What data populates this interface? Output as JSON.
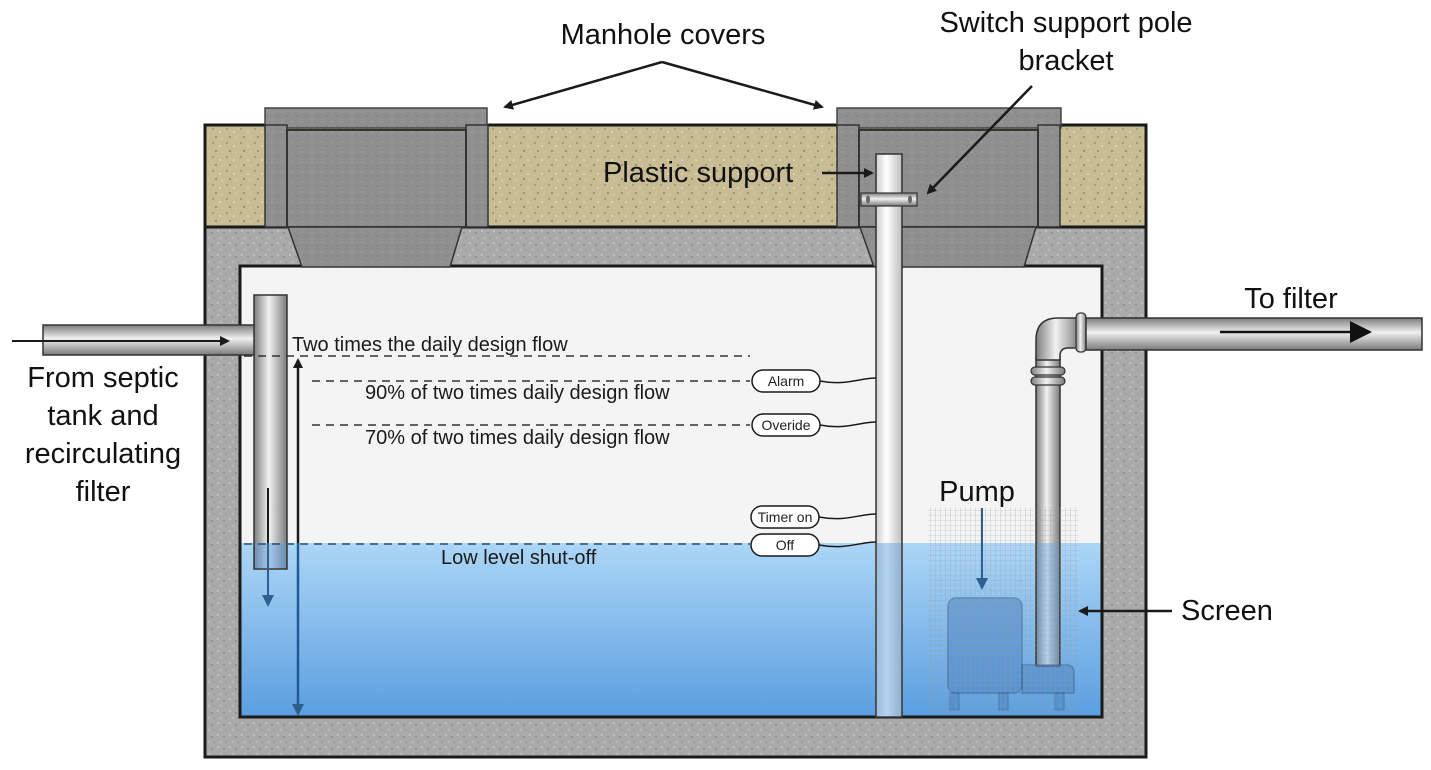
{
  "diagram": {
    "title": "Septic dosing tank cross-section",
    "labels": {
      "manhole_covers": "Manhole covers",
      "switch_support_line1": "Switch support pole",
      "switch_support_line2": "bracket",
      "plastic_support": "Plastic support",
      "to_filter": "To filter",
      "from_septic_line1": "From septic",
      "from_septic_line2": "tank and",
      "from_septic_line3": "recirculating",
      "from_septic_line4": "filter",
      "pump": "Pump",
      "screen": "Screen"
    },
    "levels": [
      {
        "key": "two_times",
        "label": "Two times the daily design flow"
      },
      {
        "key": "ninety",
        "label": "90% of two times daily design flow"
      },
      {
        "key": "seventy",
        "label": "70% of two times daily design flow"
      },
      {
        "key": "low",
        "label": "Low level shut-off"
      }
    ],
    "float_switches": [
      {
        "key": "alarm",
        "label": "Alarm"
      },
      {
        "key": "override",
        "label": "Overide"
      },
      {
        "key": "timer_on",
        "label": "Timer on"
      },
      {
        "key": "off",
        "label": "Off"
      }
    ],
    "colors": {
      "soil": "#c9bd96",
      "concrete": "#a9a9a9",
      "cover": "#8e8e8e",
      "tank_air": "#f4f4f4",
      "water_top": "#a9d4f5",
      "water_bottom": "#5a9edf",
      "outline": "#1a1a1a"
    }
  }
}
